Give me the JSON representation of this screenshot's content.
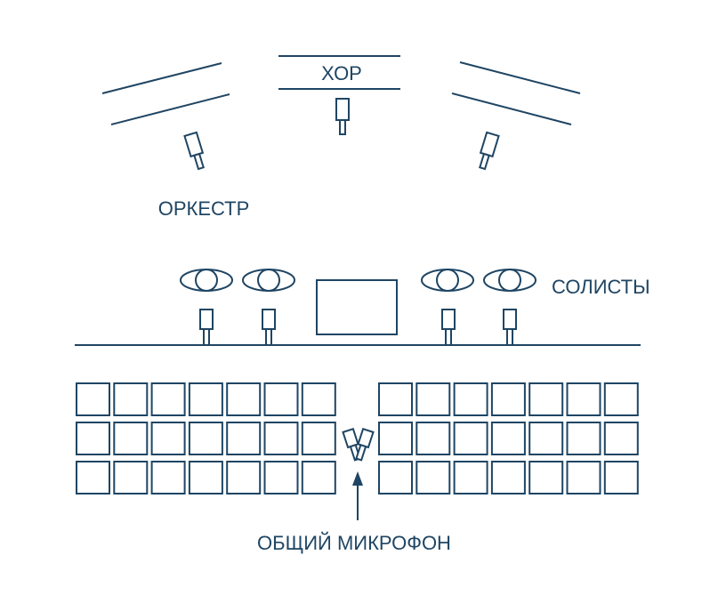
{
  "diagram": {
    "colors": {
      "ink": "#1f4563",
      "background": "#ffffff"
    },
    "labels": {
      "choir": "ХОР",
      "orchestra": "ОРКЕСТР",
      "soloists": "СОЛИСТЫ",
      "common_mic": "ОБЩИЙ МИКРОФОН"
    },
    "icons": {
      "microphone": "microphone-icon",
      "soloist": "eye-icon",
      "screen": "screen-icon",
      "seat": "seat-icon",
      "arrow": "arrow-up-icon"
    },
    "audience": {
      "rows": 3,
      "seats_per_side": 7
    }
  }
}
